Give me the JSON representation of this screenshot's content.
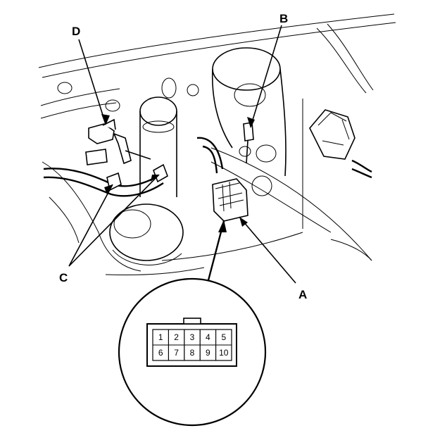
{
  "callouts": {
    "a": "A",
    "b": "B",
    "c": "C",
    "d": "D"
  },
  "connector_pins": {
    "top_row": [
      "1",
      "2",
      "3",
      "4",
      "5"
    ],
    "bottom_row": [
      "6",
      "7",
      "8",
      "9",
      "10"
    ]
  }
}
